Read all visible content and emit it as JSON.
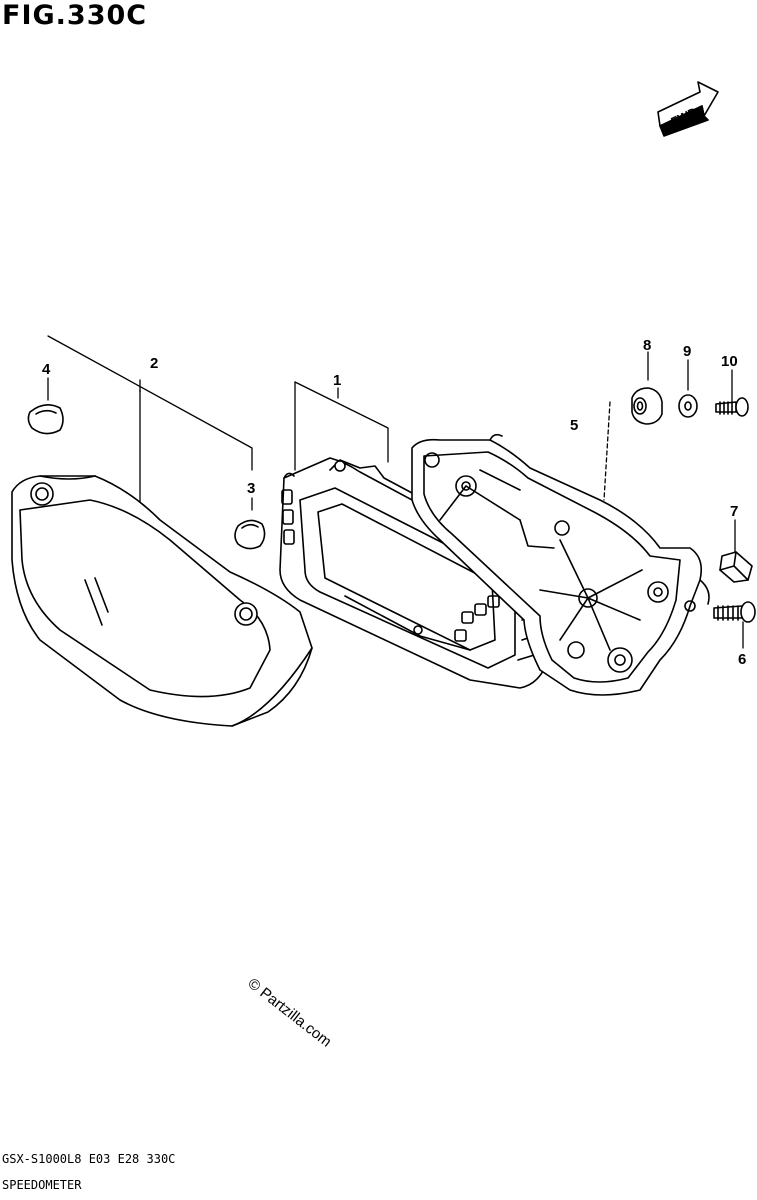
{
  "figure": {
    "title": "FIG.330C",
    "footer_code": "GSX-S1000L8 E03 E28 330C",
    "footer_name": "SPEEDOMETER",
    "watermark": "© Partzilla.com",
    "fwd_label": "FWD"
  },
  "callouts": [
    {
      "id": "callout-1",
      "label": "1"
    },
    {
      "id": "callout-2",
      "label": "2"
    },
    {
      "id": "callout-3",
      "label": "3"
    },
    {
      "id": "callout-4",
      "label": "4"
    },
    {
      "id": "callout-5",
      "label": "5"
    },
    {
      "id": "callout-6",
      "label": "6"
    },
    {
      "id": "callout-7",
      "label": "7"
    },
    {
      "id": "callout-8",
      "label": "8"
    },
    {
      "id": "callout-9",
      "label": "9"
    },
    {
      "id": "callout-10",
      "label": "10"
    }
  ]
}
